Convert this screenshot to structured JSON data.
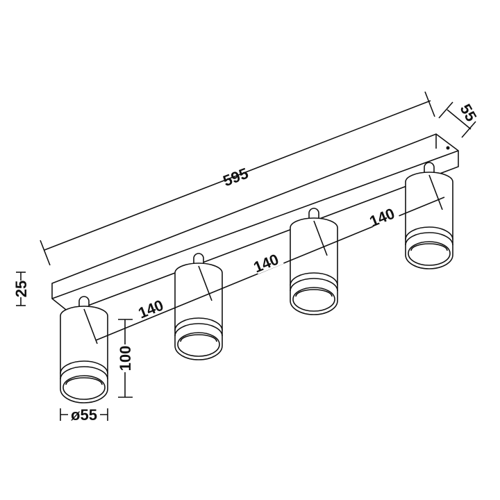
{
  "drawing": {
    "title": "4-light spotlight bar dimension drawing",
    "line_color": "#111111",
    "background": "#ffffff"
  },
  "dimensions": {
    "length": "595",
    "depth": "55",
    "height_bar": "25",
    "spacing": [
      "140",
      "140",
      "140"
    ],
    "lamp_height": "100",
    "lamp_diameter": "ø55"
  },
  "lamps_count": 4
}
